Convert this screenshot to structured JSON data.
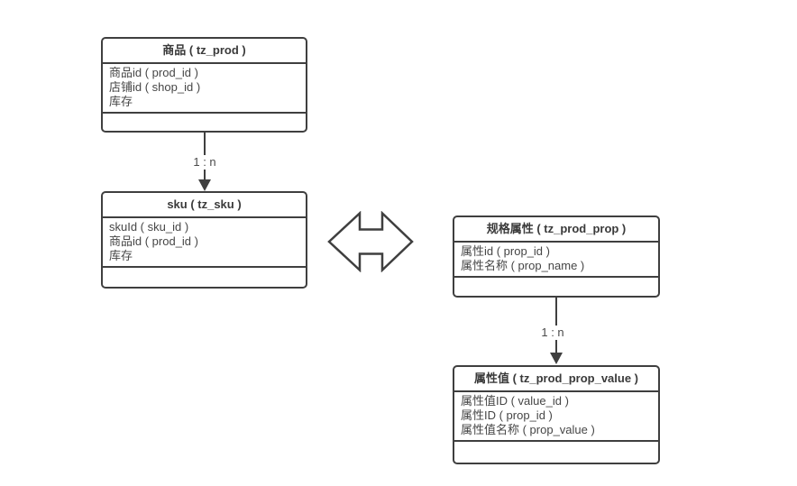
{
  "colors": {
    "background": "#ffffff",
    "stroke": "#3f3f3f",
    "text": "#464646"
  },
  "tables": [
    {
      "id": "tz_prod",
      "title": "商品 ( tz_prod )",
      "fields": [
        "商品id ( prod_id )",
        "店铺id ( shop_id )",
        "库存"
      ]
    },
    {
      "id": "tz_sku",
      "title": "sku ( tz_sku )",
      "fields": [
        "skuId ( sku_id )",
        "商品id ( prod_id )",
        "库存"
      ]
    },
    {
      "id": "tz_prod_prop",
      "title": "规格属性 ( tz_prod_prop )",
      "fields": [
        "属性id ( prop_id )",
        "属性名称 ( prop_name )"
      ]
    },
    {
      "id": "tz_prod_prop_value",
      "title": "属性值 ( tz_prod_prop_value )",
      "fields": [
        "属性值ID ( value_id )",
        "属性ID ( prop_id )",
        "属性值名称 ( prop_value )"
      ]
    }
  ],
  "relations": [
    {
      "from": "tz_prod",
      "to": "tz_sku",
      "label": "1 : n"
    },
    {
      "from": "tz_prod_prop",
      "to": "tz_prod_prop_value",
      "label": "1 : n"
    }
  ],
  "connector": {
    "type": "double-headed-arrow",
    "between": [
      "tz_sku",
      "tz_prod_prop"
    ]
  }
}
